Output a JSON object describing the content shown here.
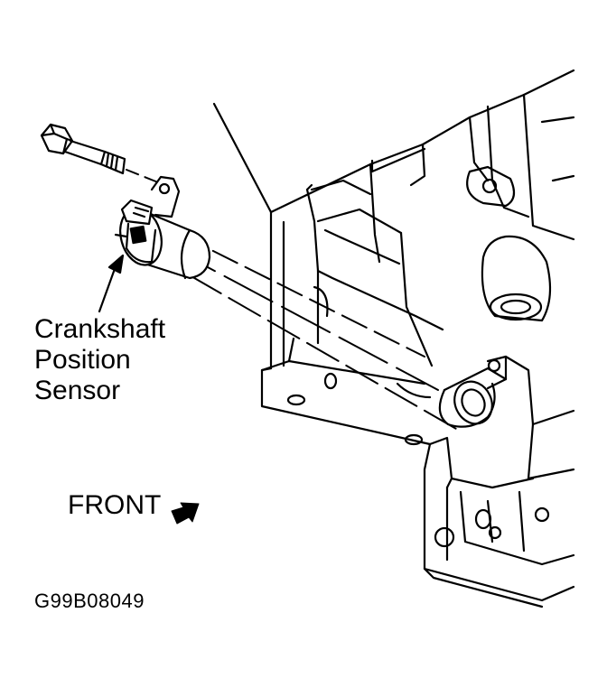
{
  "callout": {
    "line1": "Crankshaft",
    "line2": "Position",
    "line3": "Sensor"
  },
  "orientation": {
    "label": "FRONT",
    "arrow_icon": "front-direction-arrow"
  },
  "figure_id": "G99B08049",
  "colors": {
    "ink": "#000000",
    "paper": "#ffffff"
  }
}
